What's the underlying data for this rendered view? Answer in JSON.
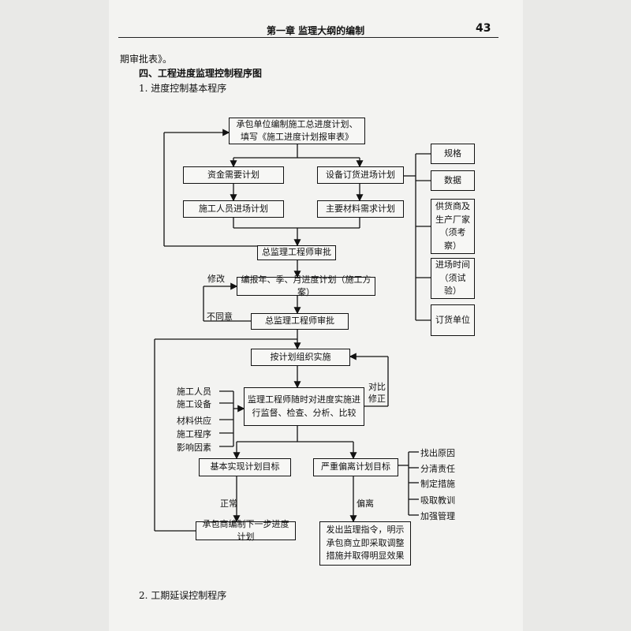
{
  "header": {
    "chapter_title": "第一章  监理大纲的编制",
    "page_number": "43"
  },
  "text": {
    "prev_tail": "期审批表》。",
    "section_heading": "四、工程进度监理控制程序图",
    "sub1": "1. 进度控制基本程序",
    "sub2": "2. 工期延误控制程序"
  },
  "boxes": {
    "contractor_plan": "承包单位编制施工总进度计划、填写《施工进度计划报审表》",
    "fund_plan": "资金需要计划",
    "equipment_plan": "设备订货进场计划",
    "labor_plan": "施工人员进场计划",
    "material_plan": "主要材料需求计划",
    "chief_approve_1": "总监理工程师审批",
    "yearly_plan": "编报年、季、月进度计划（施工方案）",
    "chief_approve_2": "总监理工程师审批",
    "organize": "按计划组织实施",
    "monitor": "监理工程师随时对进度实施进行监督、检查、分析、比较",
    "basic_target": "基本实现计划目标",
    "serious_deviation": "严重偏离计划目标",
    "next_plan": "承包商编制下一步进度计划",
    "instruction": "发出监理指令，明示承包商立即采取调整措施并取得明显效果",
    "spec": "规格",
    "quantity": "数据",
    "supplier": "供货商及生产厂家（须考察）",
    "time": "进场时间（须试验）",
    "order_unit": "订货单位"
  },
  "labels": {
    "revise": "修改",
    "disagree": "不同意",
    "compare_fix": "对比修正",
    "normal": "正常",
    "deviate": "偏离"
  },
  "factors": [
    "施工人员",
    "施工设备",
    "材料供应",
    "施工程序",
    "影响因素"
  ],
  "actions": [
    "找出原因",
    "分清责任",
    "制定措施",
    "吸取教训",
    "加强管理"
  ]
}
